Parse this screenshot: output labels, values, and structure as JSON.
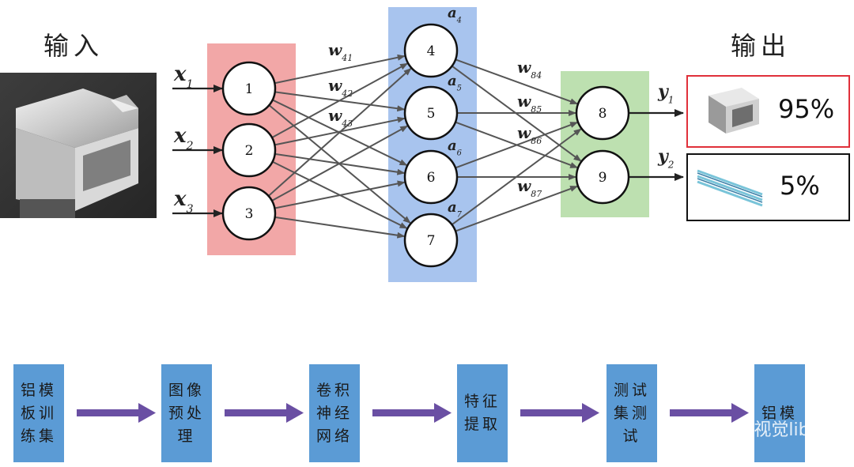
{
  "labels": {
    "input": "输入",
    "output": "输出"
  },
  "inputs": [
    "x1",
    "x2",
    "x3"
  ],
  "input_var": "x",
  "input_subs": [
    "1",
    "2",
    "3"
  ],
  "nodes": {
    "input_layer": [
      "1",
      "2",
      "3"
    ],
    "hidden_layer": [
      "4",
      "5",
      "6",
      "7"
    ],
    "output_layer": [
      "8",
      "9"
    ]
  },
  "activations": {
    "var": "a",
    "subs": [
      "4",
      "5",
      "6",
      "7"
    ]
  },
  "weights_left": {
    "var": "w",
    "subs": [
      "41",
      "42",
      "43"
    ]
  },
  "weights_right": {
    "var": "w",
    "subs": [
      "84",
      "85",
      "86",
      "87"
    ]
  },
  "outputs": {
    "var": "y",
    "subs": [
      "1",
      "2"
    ]
  },
  "results": [
    {
      "percent": "95%",
      "highlight": true,
      "border_color": "#e0303a"
    },
    {
      "percent": "5%",
      "highlight": false,
      "border_color": "#111111"
    }
  ],
  "flow_steps": [
    "铝模板训练集",
    "图像预处理",
    "卷积神经网络",
    "特征提取",
    "测试集测试",
    "铝模"
  ],
  "watermark": "人工机视觉lib",
  "colors": {
    "input_band": "#f2a7a7",
    "hidden_band": "#a8c4ee",
    "output_band": "#bde0b0",
    "flow_box": "#5b9bd5",
    "flow_arrow": "#6a4fa3",
    "edge": "#555555"
  }
}
